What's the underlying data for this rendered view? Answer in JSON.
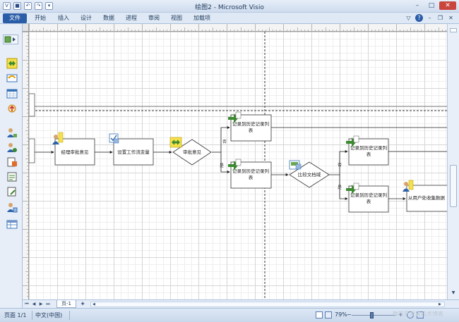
{
  "window": {
    "title": "绘图2 - Microsoft Visio",
    "qat_save_icon": "save-icon",
    "qat_undo_icon": "undo-icon",
    "qat_redo_icon": "redo-icon"
  },
  "ribbon": {
    "file_tab": "文件",
    "tabs": [
      "开始",
      "插入",
      "设计",
      "数据",
      "进程",
      "审阅",
      "视图",
      "加载项"
    ]
  },
  "diagram": {
    "shapes": {
      "approve": "经理审批意见",
      "workflow_var": "设置工作流变量",
      "decision1": "审批意见",
      "log1": "记录到历史记录列表",
      "log2": "记录到历史记录列表",
      "compare": "比较文档域",
      "log3": "记录到历史记录列表",
      "log4": "记录到历史记录列表",
      "collect": "从用户处收集数据"
    },
    "labels": {
      "no1": "否",
      "yes1": "是",
      "no2": "否",
      "yes2": "是"
    }
  },
  "page_tabs": [
    "页-1"
  ],
  "status": {
    "page": "页面 1/1",
    "language": "中文(中国)",
    "zoom": "79%"
  },
  "watermark": "微软开发者技术博客"
}
